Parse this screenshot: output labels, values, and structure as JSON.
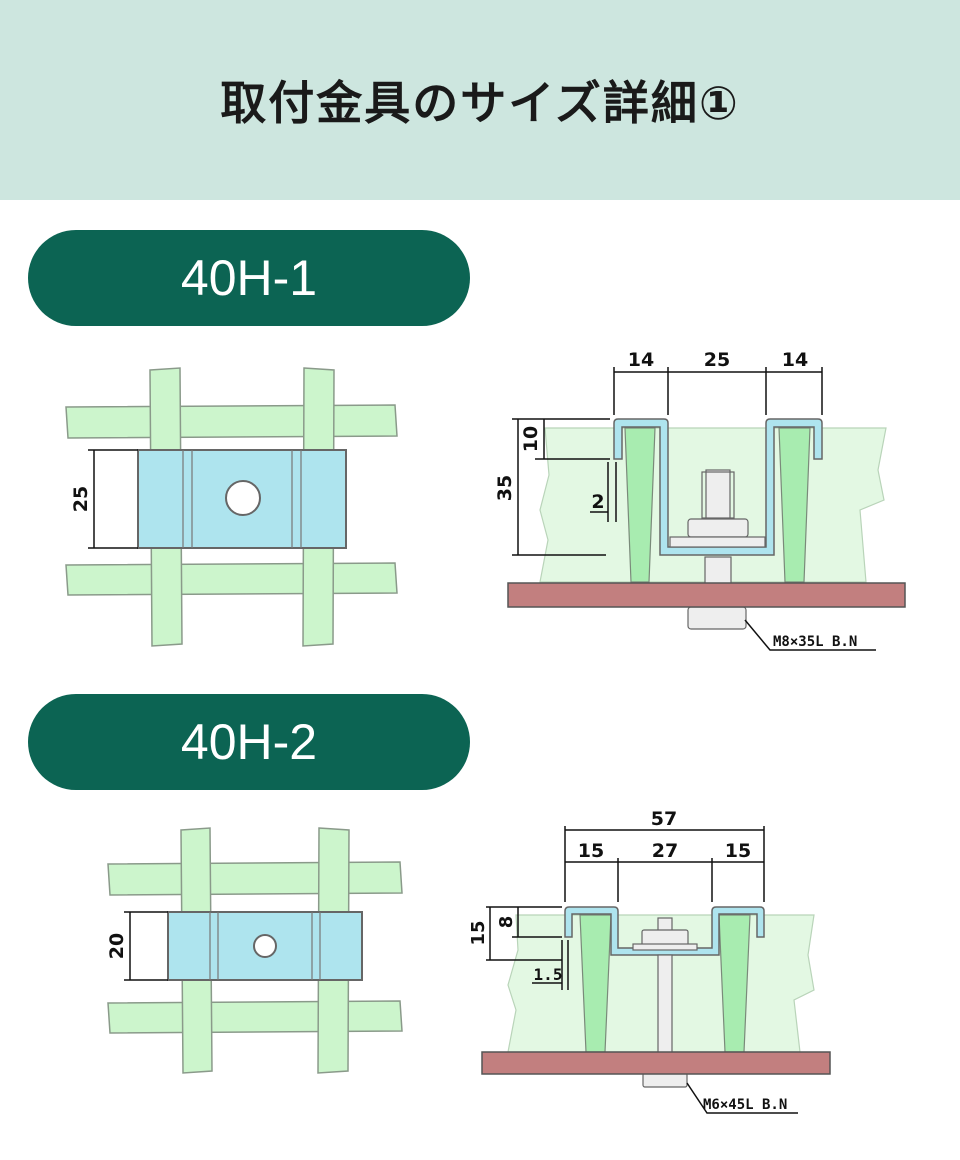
{
  "page": {
    "title": "取付金具のサイズ詳細①"
  },
  "sections": [
    {
      "name": "40H-1",
      "plan_dims": {
        "height": "25"
      },
      "section_dims": {
        "top_left": "14",
        "top_center": "25",
        "top_right": "14",
        "flange": "10",
        "height": "35",
        "thickness": "2"
      },
      "bolt_note": "M8×35L B.N"
    },
    {
      "name": "40H-2",
      "plan_dims": {
        "height": "20"
      },
      "section_dims": {
        "total": "57",
        "top_left": "15",
        "top_center": "27",
        "top_right": "15",
        "flange": "8",
        "height": "15",
        "thickness": "1.5"
      },
      "bolt_note": "M6×45L B.N"
    }
  ],
  "colors": {
    "header_bg": "#cde6df",
    "pill_bg": "#0c6453",
    "grating": "#ccf5cc",
    "clip": "#aee4ee",
    "base": "#c27f7f",
    "panel": "#e3f8e3"
  }
}
